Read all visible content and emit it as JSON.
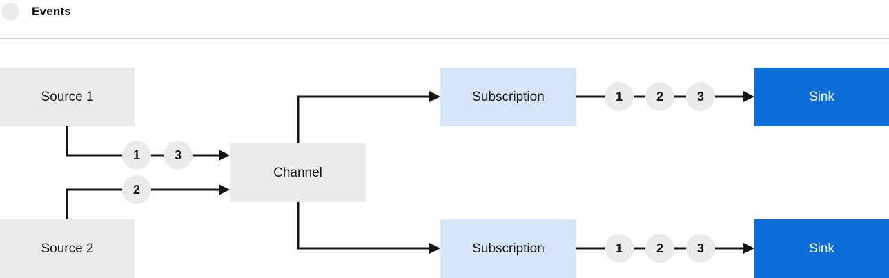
{
  "legend": {
    "label": "Events"
  },
  "colors": {
    "box_gray": "#ebebeb",
    "subscription_blue": "#d6e6f8",
    "sink_blue": "#0b6dd8",
    "line": "#151515",
    "divider": "#d2d2d2",
    "text_dark": "#151515"
  },
  "nodes": {
    "source1": "Source 1",
    "source2": "Source 2",
    "channel": "Channel",
    "subscription_top": "Subscription",
    "subscription_bottom": "Subscription",
    "sink_top": "Sink",
    "sink_bottom": "Sink"
  },
  "events": {
    "source1_to_channel": [
      "1",
      "3"
    ],
    "source2_to_channel": [
      "2"
    ],
    "subscription_top_to_sink": [
      "1",
      "2",
      "3"
    ],
    "subscription_bottom_to_sink": [
      "1",
      "2",
      "3"
    ]
  }
}
